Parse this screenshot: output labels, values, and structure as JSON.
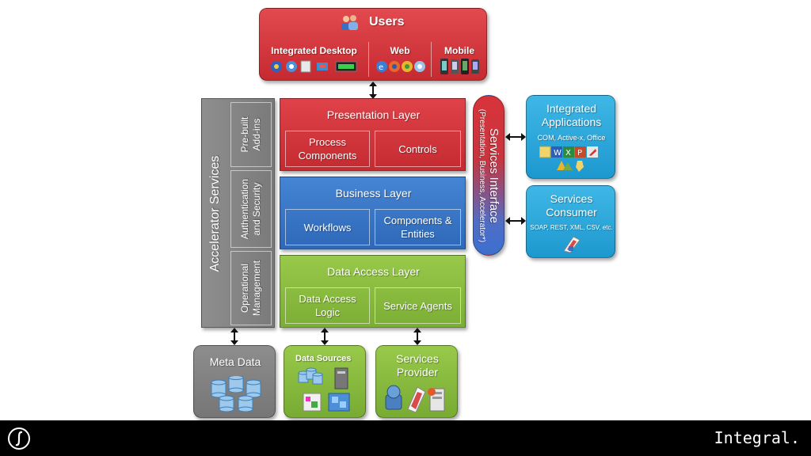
{
  "users": {
    "title": "Users",
    "columns": [
      {
        "label": "Integrated Desktop"
      },
      {
        "label": "Web"
      },
      {
        "label": "Mobile"
      }
    ]
  },
  "accelerator": {
    "title": "Accelerator Services",
    "items": [
      "Pre-built\nAdd-ins",
      "Authentication\nand Security",
      "Operational\nManagement"
    ]
  },
  "layers": [
    {
      "title": "Presentation Layer",
      "components": [
        "Process\nComponents",
        "Controls"
      ],
      "color": "#d8333a"
    },
    {
      "title": "Business Layer",
      "components": [
        "Workflows",
        "Components &\nEntities"
      ],
      "color": "#3a78c9"
    },
    {
      "title": "Data Access Layer",
      "components": [
        "Data Access\nLogic",
        "Service Agents"
      ],
      "color": "#8cbf3f"
    }
  ],
  "services_interface": {
    "title": "Services Interface",
    "subtitle": "(Presentation, Business, Accelerator*)"
  },
  "integrated_apps": {
    "title": "Integrated\nApplications",
    "subtitle": "COM, Active-x, Office"
  },
  "services_consumer": {
    "title": "Services\nConsumer",
    "subtitle": "SOAP, REST, XML, CSV, etc."
  },
  "bottom": {
    "meta_data": "Meta Data",
    "data_sources": "Data Sources",
    "services_provider": "Services\nProvider"
  },
  "footer": {
    "brand": "Integral."
  }
}
